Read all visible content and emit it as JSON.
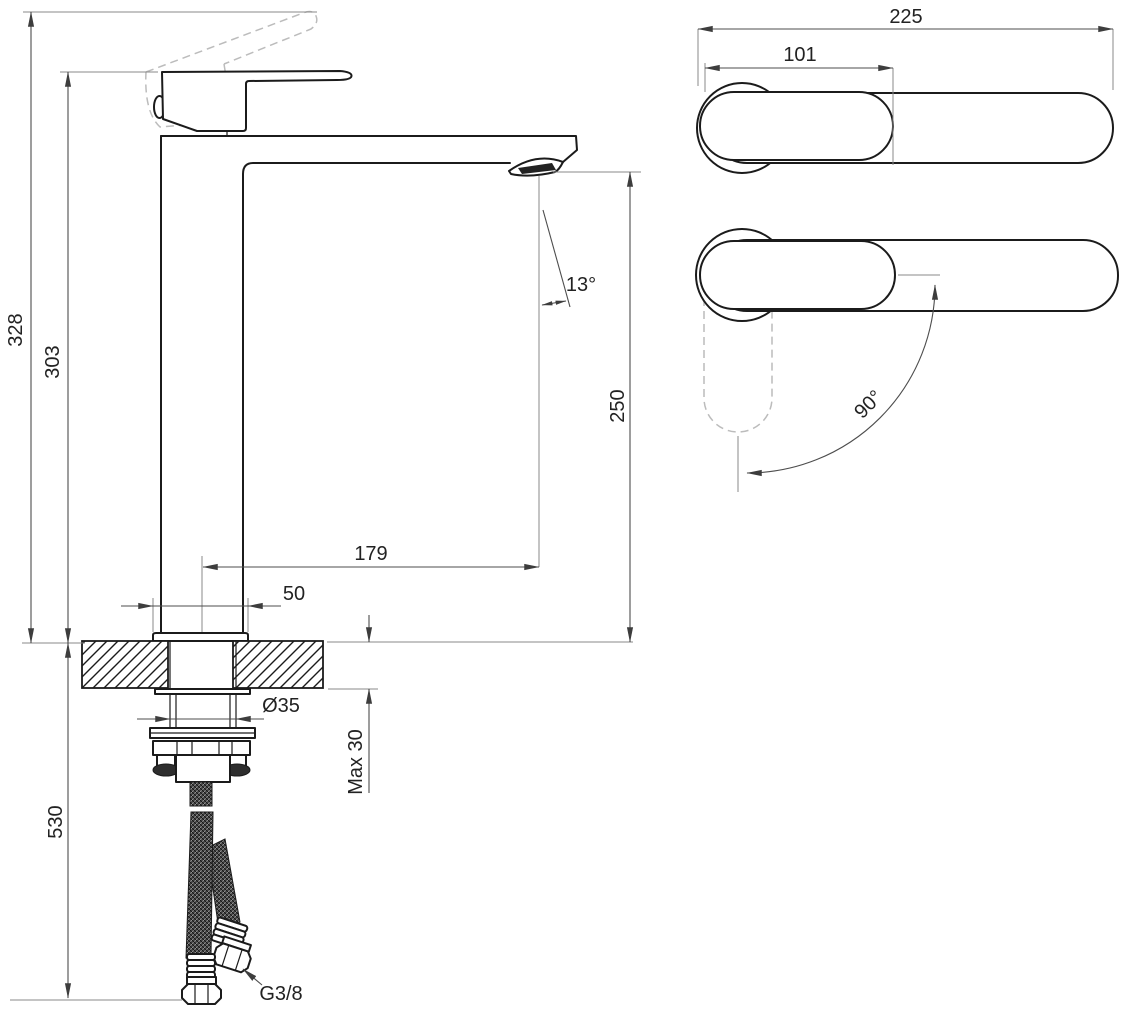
{
  "front": {
    "overall_height": "328",
    "body_height": "303",
    "under_counter_length": "530",
    "spout_height": "250",
    "spout_reach": "179",
    "base_width": "50",
    "hole_diameter": "Ø35",
    "max_counter_thickness": "Max 30",
    "spout_angle": "13°",
    "thread": "G3/8"
  },
  "top": {
    "overall_length": "225",
    "handle_length": "101"
  },
  "rotation": {
    "handle_angle": "90°"
  },
  "colors": {
    "line": "#1b1b1b",
    "dimension": "#4d4d4d",
    "dashed": "#bcbcbc",
    "background": "#ffffff"
  }
}
